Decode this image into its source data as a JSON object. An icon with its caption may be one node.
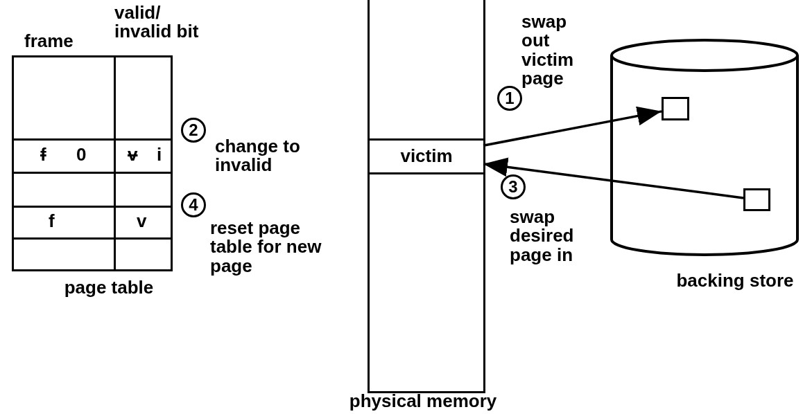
{
  "diagram": {
    "nodes": [
      {
        "text": [
          "page table"
        ]
      },
      {
        "text": [
          "physical memory"
        ]
      },
      {
        "text": [
          "victim"
        ],
        "in": 1
      },
      {
        "text": [
          "backing store"
        ]
      },
      {
        "text": [],
        "shape": "box",
        "in": 3
      },
      {
        "text": [],
        "shape": "box",
        "in": 3
      }
    ],
    "edges": [
      {
        "from": 2,
        "to": 4,
        "arrow": "to",
        "label": "swap out victim page"
      },
      {
        "from": 5,
        "to": 2,
        "arrow": "to",
        "label": "swap desired page in"
      }
    ],
    "labels": [
      "frame",
      "valid/ invalid bit",
      "1",
      "2",
      "f",
      "0",
      "v",
      "i",
      "change to invalid",
      "3",
      "4",
      "f",
      "v",
      "reset page table for new page"
    ]
  }
}
